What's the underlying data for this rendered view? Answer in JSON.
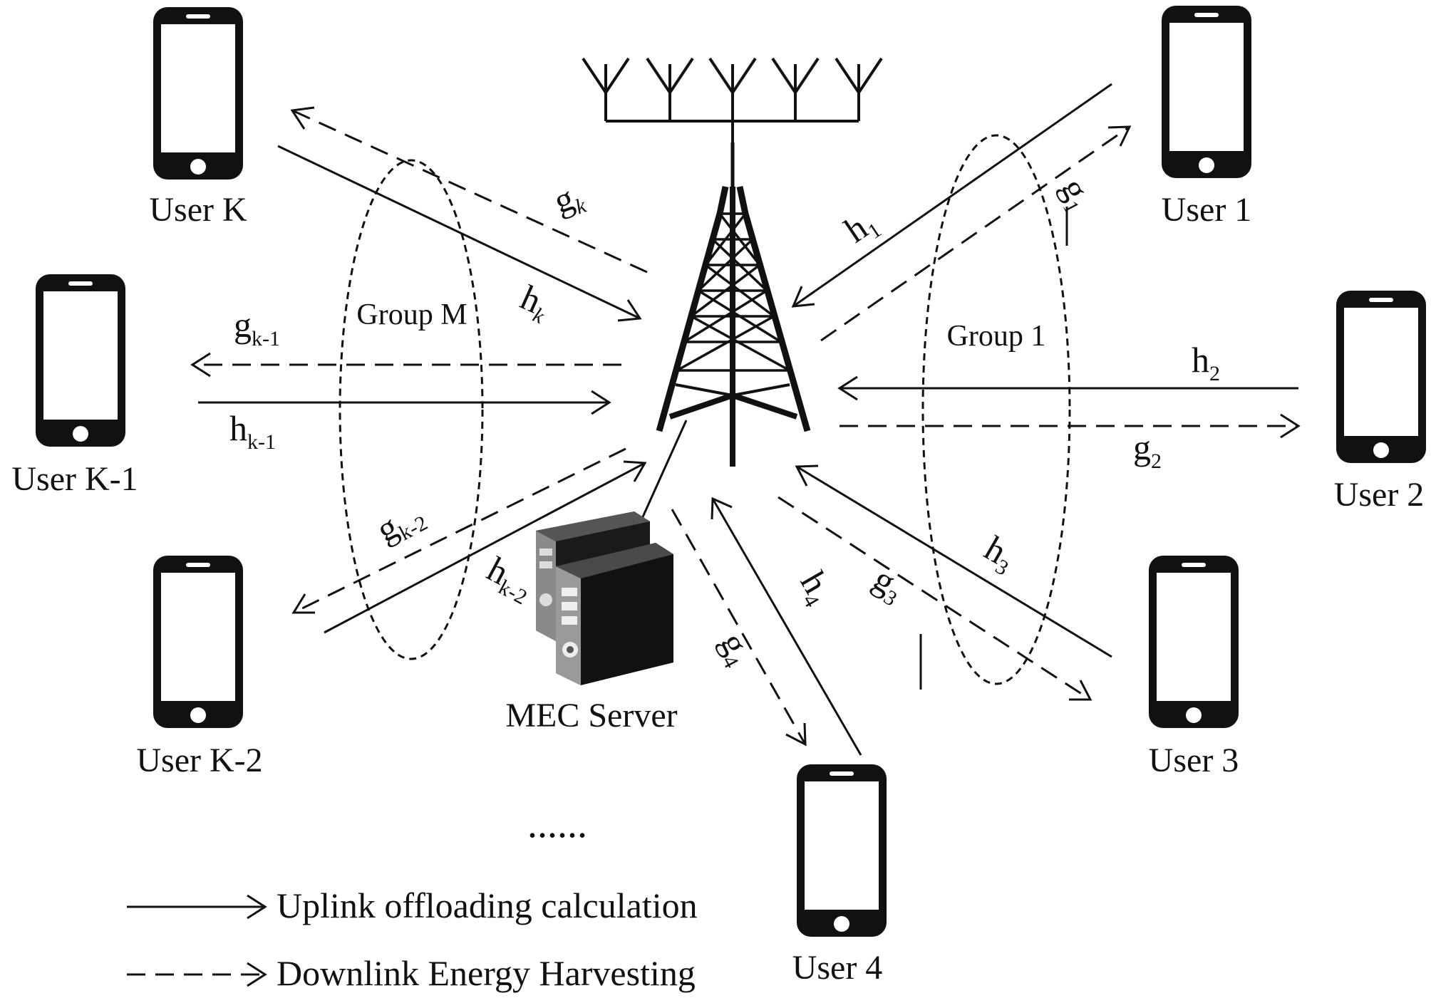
{
  "users": {
    "k": "User K",
    "k1": "User K-1",
    "k2": "User K-2",
    "u1": "User 1",
    "u2": "User 2",
    "u3": "User 3",
    "u4": "User 4"
  },
  "groups": {
    "m": "Group M",
    "one": "Group 1"
  },
  "server": {
    "label": "MEC Server"
  },
  "channels": {
    "gk": {
      "base": "g",
      "sub": "k"
    },
    "hk": {
      "base": "h",
      "sub": "k"
    },
    "gk1": {
      "base": "g",
      "sub": "k-1"
    },
    "hk1": {
      "base": "h",
      "sub": "k-1"
    },
    "gk2": {
      "base": "g",
      "sub": "k-2"
    },
    "hk2": {
      "base": "h",
      "sub": "k-2"
    },
    "h1": {
      "base": "h",
      "sub": "1"
    },
    "g1": {
      "base": "g",
      "sub": "1"
    },
    "h2": {
      "base": "h",
      "sub": "2"
    },
    "g2": {
      "base": "g",
      "sub": "2"
    },
    "h3": {
      "base": "h",
      "sub": "3"
    },
    "g3": {
      "base": "g",
      "sub": "3"
    },
    "h4": {
      "base": "h",
      "sub": "4"
    },
    "g4": {
      "base": "g",
      "sub": "4"
    }
  },
  "ellipsis": "......",
  "legend": {
    "uplink": "Uplink offloading calculation",
    "downlink": "Downlink Energy Harvesting"
  }
}
